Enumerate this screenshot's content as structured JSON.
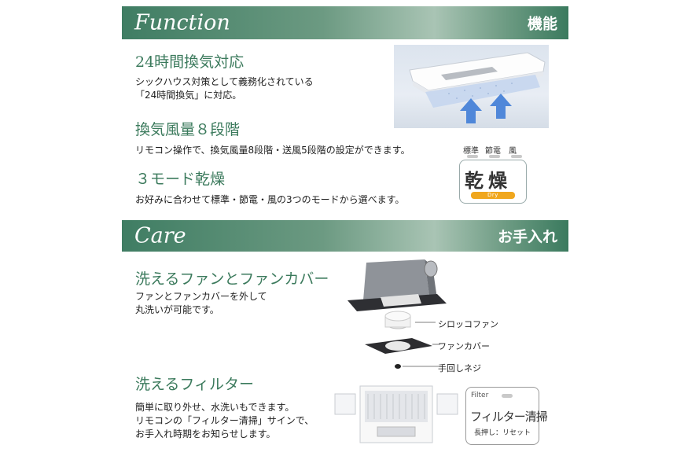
{
  "function_section": {
    "title_en": "Function",
    "title_jp": "機能",
    "features": [
      {
        "heading": "24時間換気対応",
        "lines": [
          "シックハウス対策として義務化されている",
          "「24時間換気」に対応。"
        ]
      },
      {
        "heading": "換気風量８段階",
        "lines": [
          "リモコン操作で、換気風量8段階・送風5段階の設定ができます。"
        ]
      },
      {
        "heading": "３モード乾燥",
        "lines": [
          "お好みに合わせて標準・節電・風の3つのモードから選べます。"
        ]
      }
    ],
    "panel": {
      "labels": [
        "標準",
        "節電",
        "風"
      ],
      "main": "乾燥",
      "sub": "Dry"
    }
  },
  "care_section": {
    "title_en": "Care",
    "title_jp": "お手入れ",
    "fan": {
      "heading": "洗えるファンとファンカバー",
      "lines": [
        "ファンとファンカバーを外して",
        "丸洗いが可能です。"
      ],
      "callouts": [
        "シロッコファン",
        "ファンカバー",
        "手回しネジ"
      ]
    },
    "filter": {
      "heading": "洗えるフィルター",
      "lines": [
        "簡単に取り外せ、水洗いもできます。",
        "リモコンの「フィルター清掃」サインで、",
        "お手入れ時期をお知らせします。"
      ],
      "panel": {
        "label": "Filter",
        "main": "フィルター清掃",
        "sub": "長押し：リセット"
      }
    }
  },
  "colors": {
    "accent": "#3b7a5c",
    "dry_badge": "#f0a71e",
    "arrow": "#5a8ed6"
  }
}
